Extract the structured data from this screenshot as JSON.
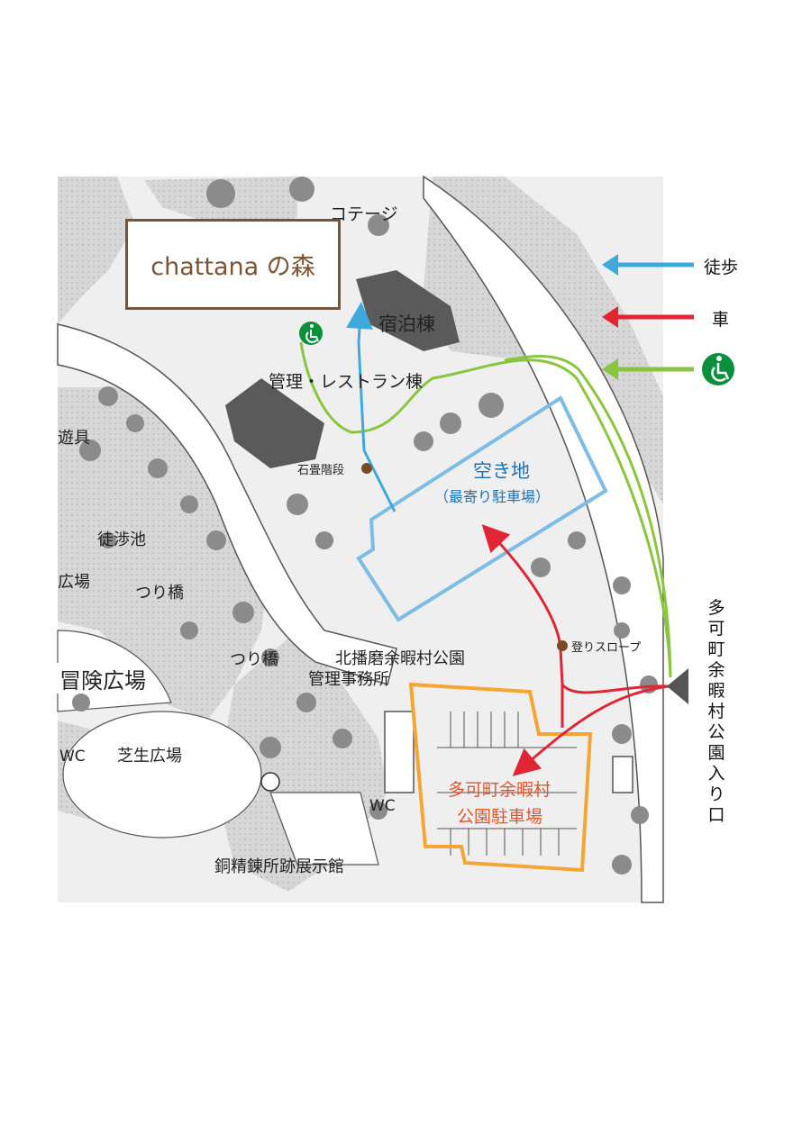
{
  "title": "chattana の森",
  "legend": [
    {
      "label": "徒歩",
      "color": "#3fa9dd",
      "icon": ""
    },
    {
      "label": "車",
      "color": "#e02535",
      "icon": ""
    },
    {
      "label": "",
      "color": "#8bc53f",
      "icon": "wheelchair-icon"
    }
  ],
  "map_labels": {
    "cottage": "コテージ",
    "lodging": "宿泊棟",
    "admin_restaurant": "管理・レストラン棟",
    "stone_stairs": "石畳階段",
    "vacant_lot": "空き地",
    "nearest_parking": "（最寄り駐車場）",
    "slope": "登りスロープ",
    "kitaharima_office_1": "北播磨余暇村公園",
    "kitaharima_office_2": "管理事務所",
    "parking_1": "多可町余暇村",
    "parking_2": "公園駐車場",
    "entrance": "多可町余暇村公園入り口",
    "playground_eq": "遊具",
    "pond": "徒渉池",
    "plaza": "広場",
    "bridge1": "つり橋",
    "bridge2": "つり橋",
    "adventure": "冒険広場",
    "wc1": "WC",
    "lawn": "芝生広場",
    "wc2": "WC",
    "museum": "銅精錬所跡展示館"
  },
  "colors": {
    "walk": "#3fa9dd",
    "car": "#e02535",
    "wheelchair": "#8bc53f",
    "wheelchair_badge": "#0a8f3c",
    "vacant_lot_outline": "#7cbce6",
    "parking_outline": "#f4a534",
    "vacant_text": "#1f73b4",
    "parking_text": "#e2552b",
    "poi_dot": "#7a4a22",
    "title_brown": "#7a5535"
  }
}
